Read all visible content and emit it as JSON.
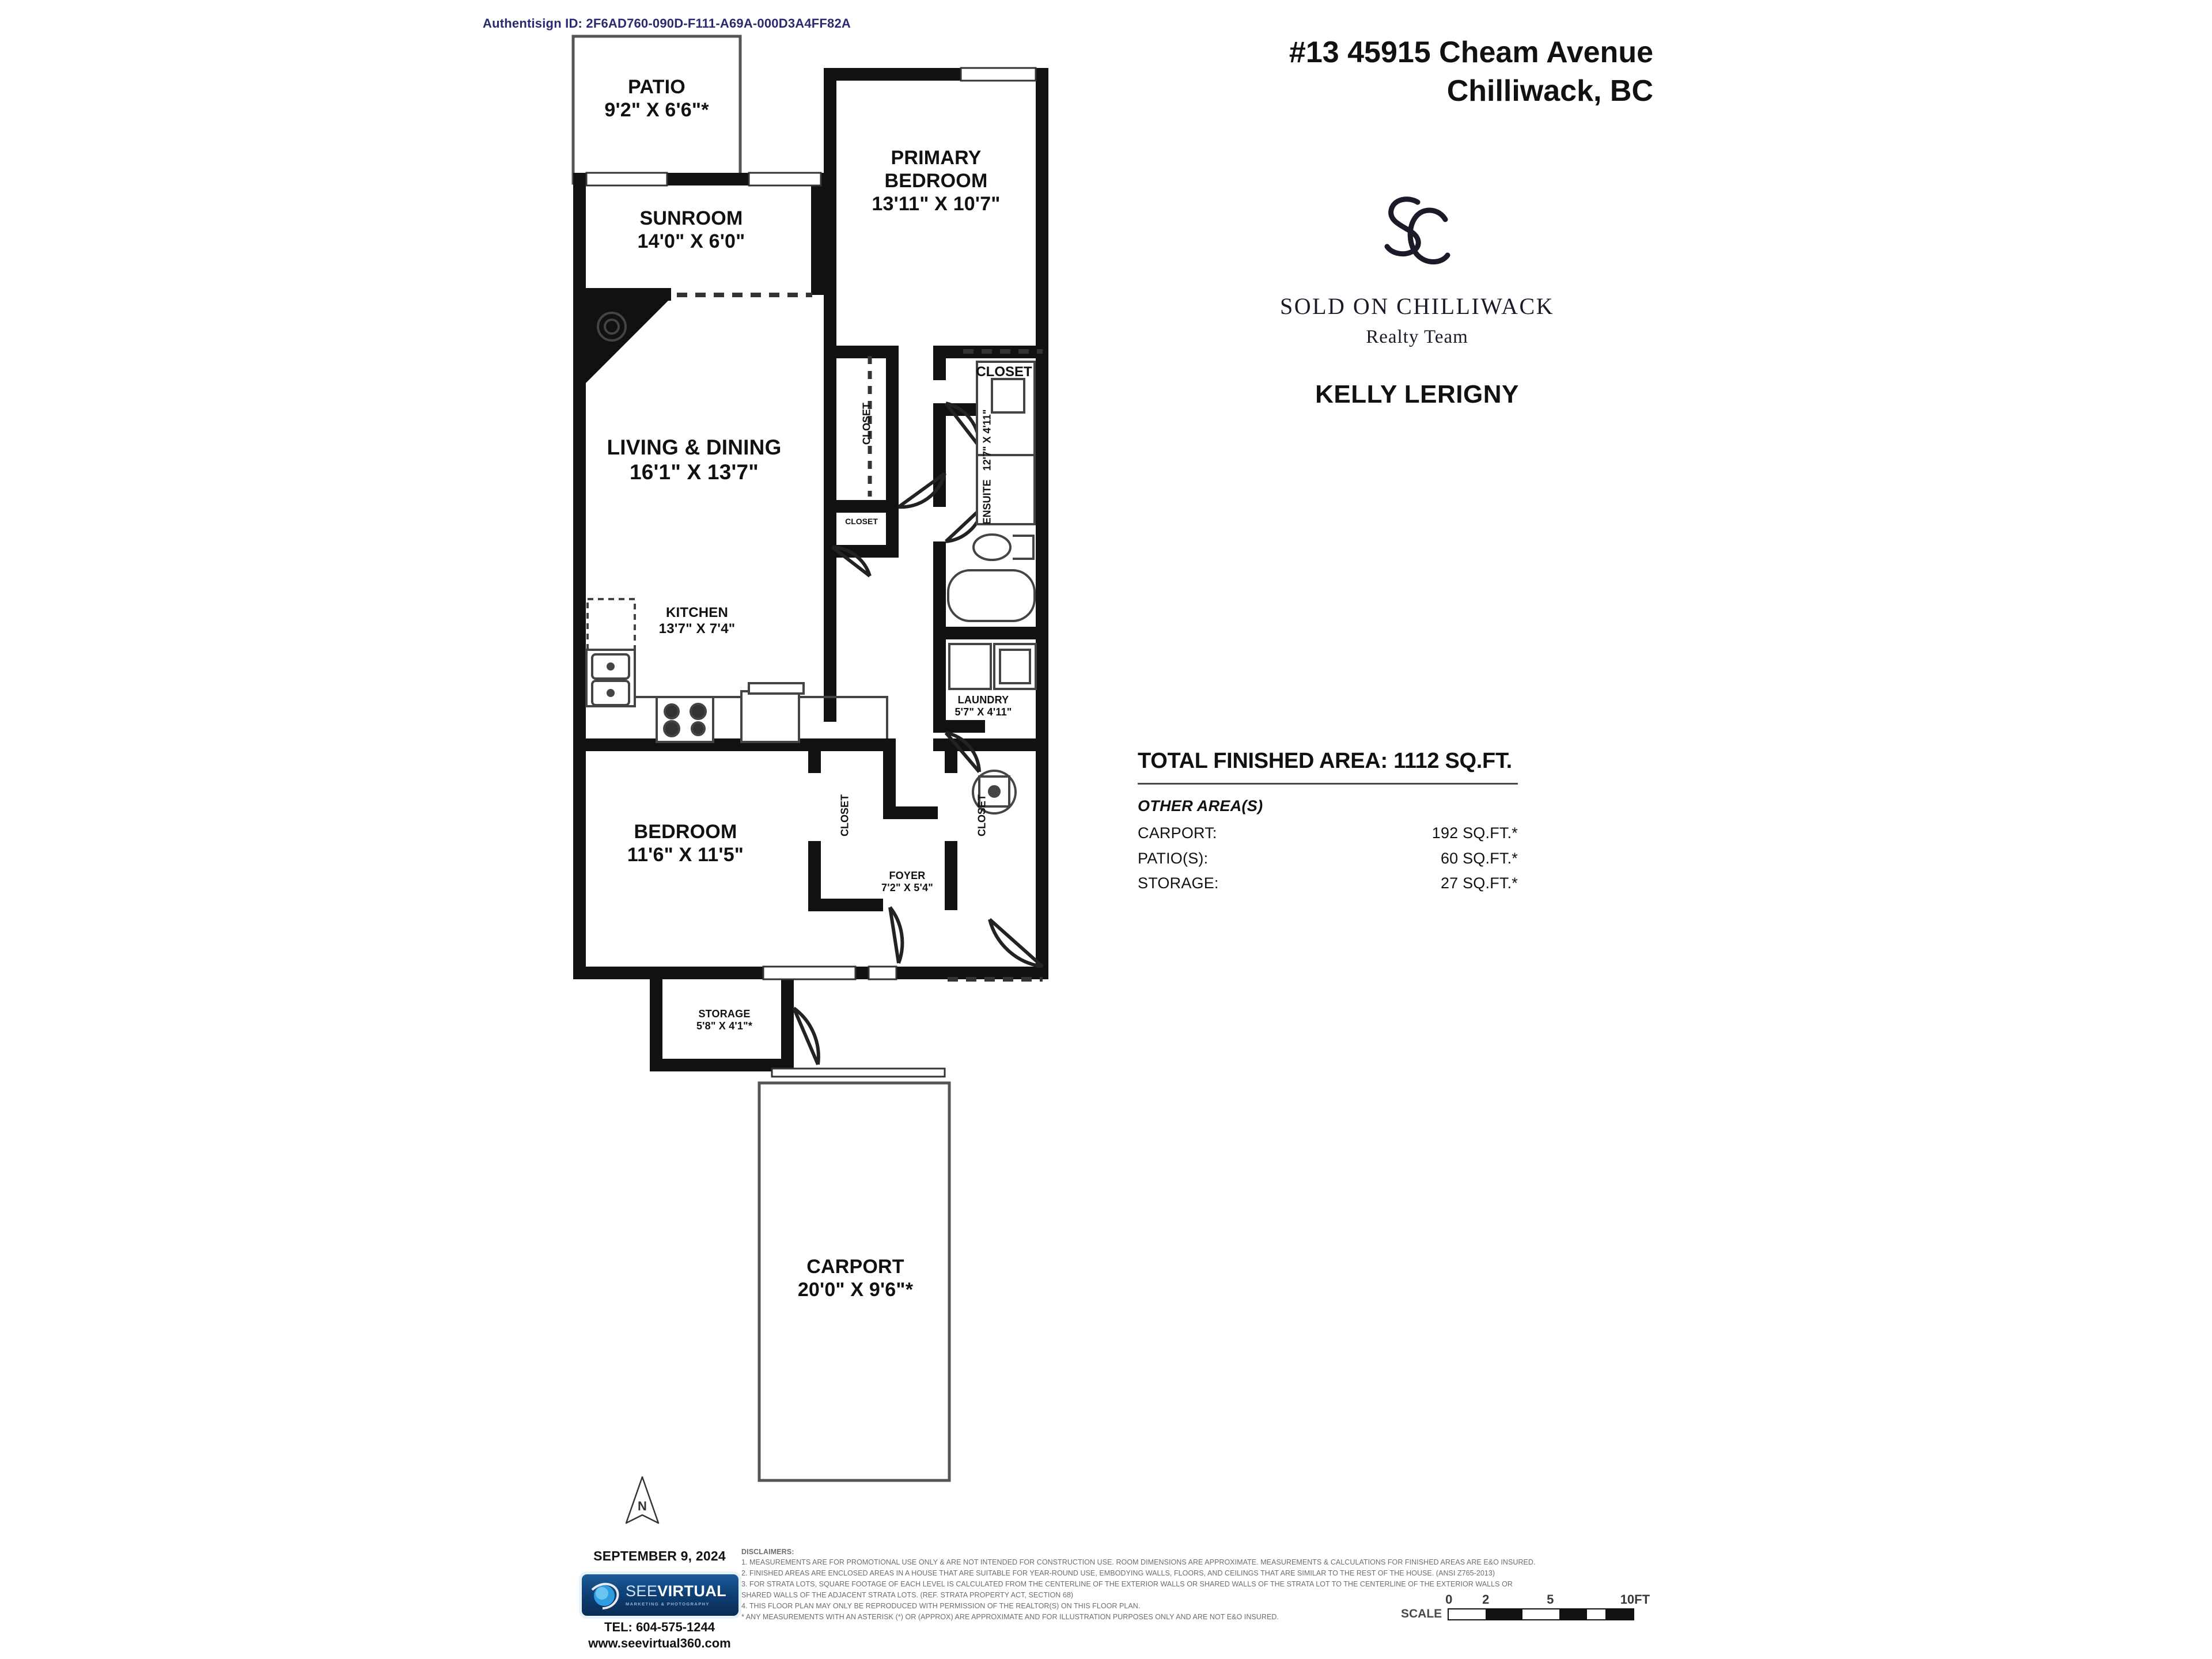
{
  "authentisign": {
    "id": "Authentisign ID: 2F6AD760-090D-F111-A69A-000D3A4FF82A"
  },
  "title": {
    "line1": "#13 45915 Cheam Avenue",
    "line2": "Chilliwack, BC"
  },
  "brand": {
    "monogram": "SC",
    "name": "SOLD ON CHILLIWACK",
    "subtitle": "Realty Team",
    "agent": "KELLY LERIGNY"
  },
  "areas": {
    "total_label": "TOTAL FINISHED AREA: 1112 SQ.FT.",
    "other_heading": "OTHER AREA(S)",
    "rows": [
      {
        "label": "CARPORT:",
        "value": "192 SQ.FT.*"
      },
      {
        "label": "PATIO(S):",
        "value": "60 SQ.FT.*"
      },
      {
        "label": "STORAGE:",
        "value": "27 SQ.FT.*"
      }
    ]
  },
  "footer": {
    "date": "SEPTEMBER 9, 2024",
    "logo_main": "SEE",
    "logo_accent": "VIRTUAL",
    "logo_tagline": "MARKETING & PHOTOGRAPHY",
    "tel": "TEL: 604-575-1244",
    "web": "www.seevirtual360.com"
  },
  "disclaimers": {
    "heading": "DISCLAIMERS:",
    "lines": [
      "1. MEASUREMENTS ARE FOR PROMOTIONAL USE ONLY & ARE NOT INTENDED FOR CONSTRUCTION USE. ROOM DIMENSIONS ARE APPROXIMATE. MEASUREMENTS & CALCULATIONS FOR FINISHED AREAS ARE E&O INSURED.",
      "2. FINISHED AREAS ARE ENCLOSED AREAS IN A HOUSE THAT ARE SUITABLE FOR YEAR-ROUND USE, EMBODYING WALLS, FLOORS, AND CEILINGS THAT ARE SIMILAR TO THE REST OF THE HOUSE. (ANSI Z765-2013)",
      "3. FOR STRATA LOTS, SQUARE FOOTAGE OF EACH LEVEL IS CALCULATED FROM THE CENTERLINE OF THE EXTERIOR WALLS OR SHARED WALLS OF THE STRATA LOT TO THE CENTERLINE OF THE EXTERIOR WALLS OR",
      "SHARED WALLS OF THE ADJACENT STRATA LOTS. (REF. STRATA PROPERTY ACT, SECTION 68)",
      "4. THIS FLOOR PLAN MAY ONLY BE REPRODUCED WITH PERMISSION OF THE REALTOR(S) ON THIS FLOOR PLAN.",
      "* ANY MEASUREMENTS WITH AN ASTERISK (*) OR (APPROX) ARE APPROXIMATE AND FOR ILLUSTRATION PURPOSES ONLY AND ARE NOT E&O INSURED."
    ]
  },
  "scale": {
    "label": "SCALE",
    "ticks": [
      "0",
      "2",
      "5",
      "10FT"
    ]
  },
  "compass": {
    "north": "N"
  },
  "rooms": [
    {
      "id": "patio",
      "name": "PATIO",
      "dims": "9'2\" X 6'6\"*"
    },
    {
      "id": "sunroom",
      "name": "SUNROOM",
      "dims": "14'0\" X 6'0\""
    },
    {
      "id": "primary-bedroom",
      "name": "PRIMARY BEDROOM",
      "dims": "13'11\" X 10'7\""
    },
    {
      "id": "living-dining",
      "name": "LIVING & DINING",
      "dims": "16'1\" X 13'7\""
    },
    {
      "id": "kitchen",
      "name": "KITCHEN",
      "dims": "13'7\" X 7'4\""
    },
    {
      "id": "ensuite",
      "name": "ENSUITE",
      "dims": "12'7\" X 4'11\""
    },
    {
      "id": "laundry",
      "name": "LAUNDRY",
      "dims": "5'7\" X 4'11\""
    },
    {
      "id": "bedroom",
      "name": "BEDROOM",
      "dims": "11'6\" X 11'5\""
    },
    {
      "id": "foyer",
      "name": "FOYER",
      "dims": "7'2\" X 5'4\""
    },
    {
      "id": "storage",
      "name": "STORAGE",
      "dims": "5'8\" X 4'1\"*"
    },
    {
      "id": "carport",
      "name": "CARPORT",
      "dims": "20'0\" X 9'6\"*"
    }
  ],
  "closets": {
    "primary_upper": "CLOSET",
    "living_tall": "CLOSET",
    "living_small": "CLOSET",
    "bedroom_lower": "CLOSET",
    "foyer": "CLOSET"
  },
  "colors": {
    "wall": "#111111",
    "thin_line": "#555555",
    "brand_ink": "#1a1a28",
    "authentisign": "#2a2a6e",
    "disclaimer": "#6d6d6d"
  }
}
